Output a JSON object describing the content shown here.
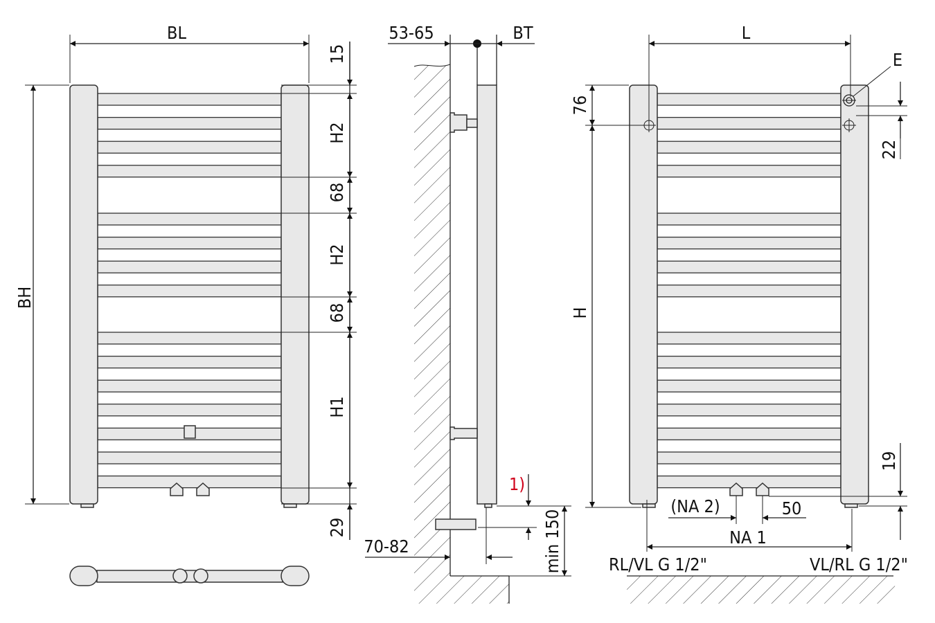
{
  "front_view": {
    "width_label": "BL",
    "height_label": "BH",
    "dims": [
      "15",
      "H2",
      "68",
      "H2",
      "68",
      "H1",
      "29"
    ]
  },
  "side_view": {
    "wall_distance_top": "53-65",
    "depth_label": "BT",
    "footnote_marker": "1)",
    "wall_distance_bottom": "70-82",
    "floor_clearance": "min 150"
  },
  "rear_view": {
    "width_label": "L",
    "height_label": "H",
    "vent_label": "E",
    "dim_top": "76",
    "dim_right_top": "22",
    "dim_right_bottom": "19",
    "na2_label": "(NA 2)",
    "na2_spacing": "50",
    "na1_label": "NA 1",
    "left_connection": "RL/VL G 1/2\"",
    "right_connection": "VL/RL G 1/2\""
  }
}
